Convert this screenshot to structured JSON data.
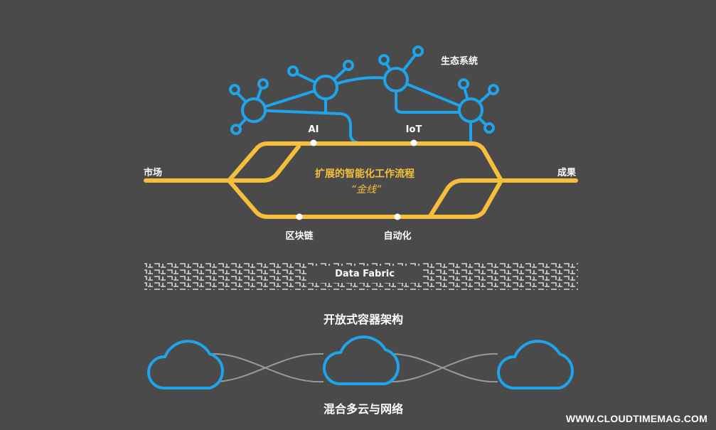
{
  "labels": {
    "ecosystem": "生态系统",
    "market": "市场",
    "outcome": "成果",
    "ai": "AI",
    "iot": "IoT",
    "blockchain": "区块链",
    "automation": "自动化",
    "workflow_title": "扩展的智能化工作流程",
    "workflow_subtitle": "“金线”",
    "data_fabric": "Data Fabric",
    "container_arch": "开放式容器架构",
    "hybrid_cloud": "混合多云与网络",
    "watermark": "WWW.CLOUDTIMEMAG.COM"
  },
  "colors": {
    "background": "#4a4a4a",
    "gold_line": "#f5bf3c",
    "network_blue": "#1fa3ea",
    "fabric_gray": "#d6d6d6",
    "cloud_link_gray": "#9a9a9a",
    "text": "#ffffff"
  }
}
